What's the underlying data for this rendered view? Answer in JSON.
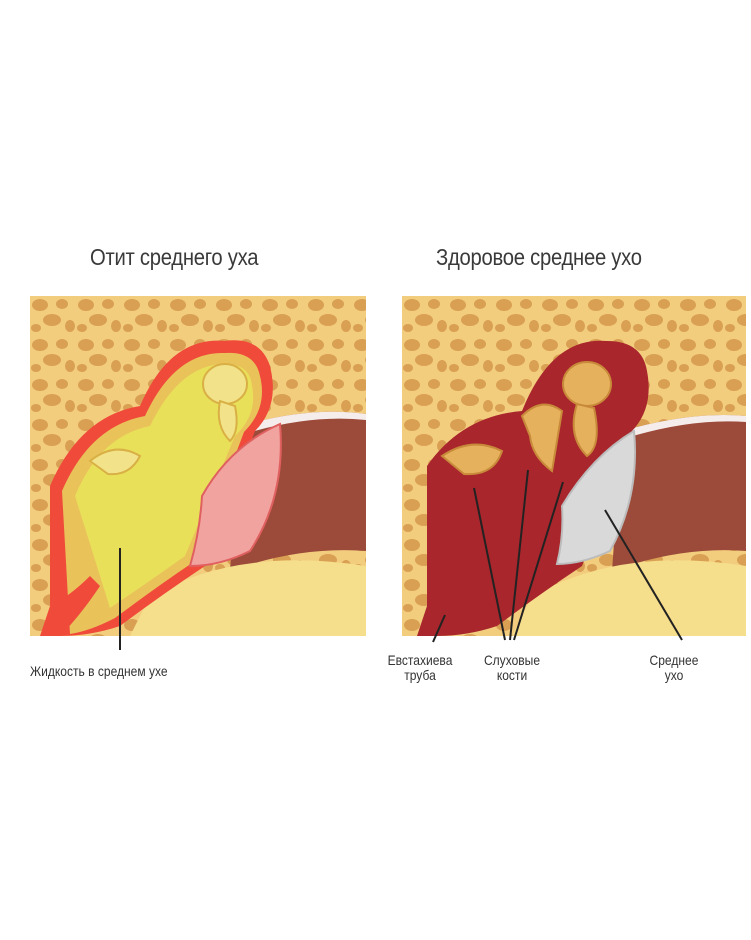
{
  "titles": {
    "left": "Отит среднего уха",
    "right": "Здоровое среднее ухо"
  },
  "labels": {
    "fluid": "Жидкость в среднем ухе",
    "eustachian_line1": "Евстахиева",
    "eustachian_line2": "труба",
    "ossicles_line1": "Слуховые",
    "ossicles_line2": "кости",
    "middle_line1": "Среднее",
    "middle_line2": "ухо"
  },
  "colors": {
    "bone": "#f3cd7e",
    "bone_pores": "#d99f52",
    "inflamed_fluid": "#e9e05a",
    "inflamed_rim": "#f04a3a",
    "cavity_healthy": "#a8262c",
    "ossicles": "#e6b15c",
    "canal": "#9c4a3a",
    "eardrum_inflamed": "#f1a3a0",
    "eardrum_healthy": "#d9d9d9"
  }
}
